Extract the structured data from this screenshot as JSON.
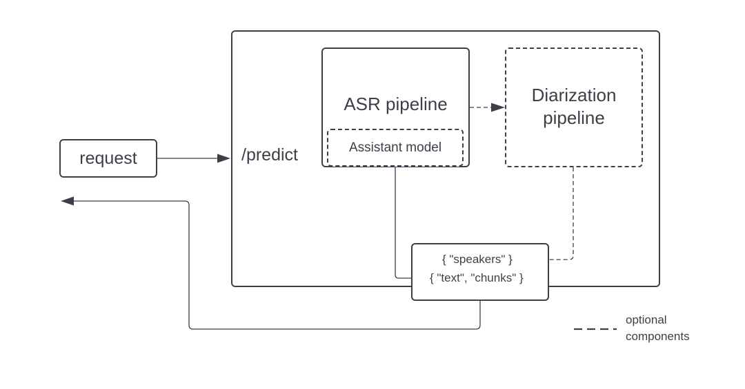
{
  "diagram": {
    "request_label": "request",
    "predict_label": "/predict",
    "asr_label": "ASR pipeline",
    "assistant_label": "Assistant model",
    "diarization_line1": "Diarization",
    "diarization_line2": "pipeline",
    "output_speakers": "{ \"speakers\" }",
    "output_text": "{ \"text\", \"chunks\" }",
    "legend_line1": "optional",
    "legend_line2": "components"
  },
  "colors": {
    "stroke": "#3b3f48",
    "background": "#ffffff"
  }
}
